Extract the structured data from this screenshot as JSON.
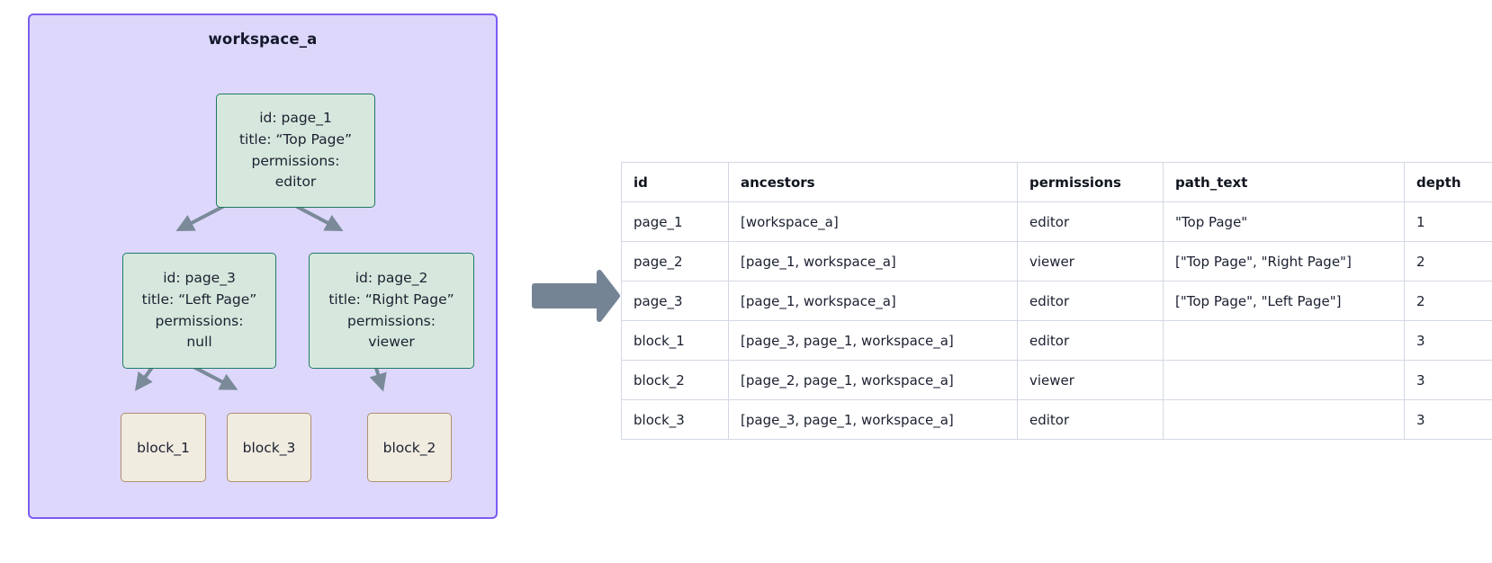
{
  "workspace": {
    "title": "workspace_a",
    "panel_color": "#ddd7fb",
    "panel_border_color": "#7c5cf0",
    "nodes": [
      {
        "key": "page_1",
        "kind": "page",
        "lines": [
          "id: page_1",
          "title: “Top Page”",
          "permissions:",
          "editor"
        ]
      },
      {
        "key": "page_3",
        "kind": "page",
        "lines": [
          "id: page_3",
          "title: “Left Page”",
          "permissions:",
          "null"
        ]
      },
      {
        "key": "page_2",
        "kind": "page",
        "lines": [
          "id: page_2",
          "title: “Right Page”",
          "permissions:",
          "viewer"
        ]
      },
      {
        "key": "block_1",
        "kind": "block",
        "label": "block_1"
      },
      {
        "key": "block_3",
        "kind": "block",
        "label": "block_3"
      },
      {
        "key": "block_2",
        "kind": "block",
        "label": "block_2"
      }
    ],
    "edges": [
      {
        "from": "page_1",
        "to": "page_3"
      },
      {
        "from": "page_1",
        "to": "page_2"
      },
      {
        "from": "page_3",
        "to": "block_1"
      },
      {
        "from": "page_3",
        "to": "block_3"
      },
      {
        "from": "page_2",
        "to": "block_2"
      }
    ],
    "node_page_fill": "#d6e8dd",
    "node_page_border": "#1f7a64",
    "node_block_fill": "#f1ece0",
    "node_block_border": "#b0906f",
    "edge_color": "#7a8a99"
  },
  "transition": {
    "icon": "right-arrow-icon",
    "color": "#748494"
  },
  "table": {
    "columns": [
      "id",
      "ancestors",
      "permissions",
      "path_text",
      "depth"
    ],
    "rows": [
      {
        "id": "page_1",
        "ancestors": "[workspace_a]",
        "permissions": "editor",
        "path_text": "\"Top Page\"",
        "depth": "1"
      },
      {
        "id": "page_2",
        "ancestors": "[page_1, workspace_a]",
        "permissions": "viewer",
        "path_text": "[\"Top Page\", \"Right Page\"]",
        "depth": "2"
      },
      {
        "id": "page_3",
        "ancestors": "[page_1, workspace_a]",
        "permissions": "editor",
        "path_text": "[\"Top Page\", \"Left Page\"]",
        "depth": "2"
      },
      {
        "id": "block_1",
        "ancestors": "[page_3, page_1, workspace_a]",
        "permissions": "editor",
        "path_text": "",
        "depth": "3"
      },
      {
        "id": "block_2",
        "ancestors": "[page_2, page_1, workspace_a]",
        "permissions": "viewer",
        "path_text": "",
        "depth": "3"
      },
      {
        "id": "block_3",
        "ancestors": "[page_3, page_1, workspace_a]",
        "permissions": "editor",
        "path_text": "",
        "depth": "3"
      }
    ]
  }
}
